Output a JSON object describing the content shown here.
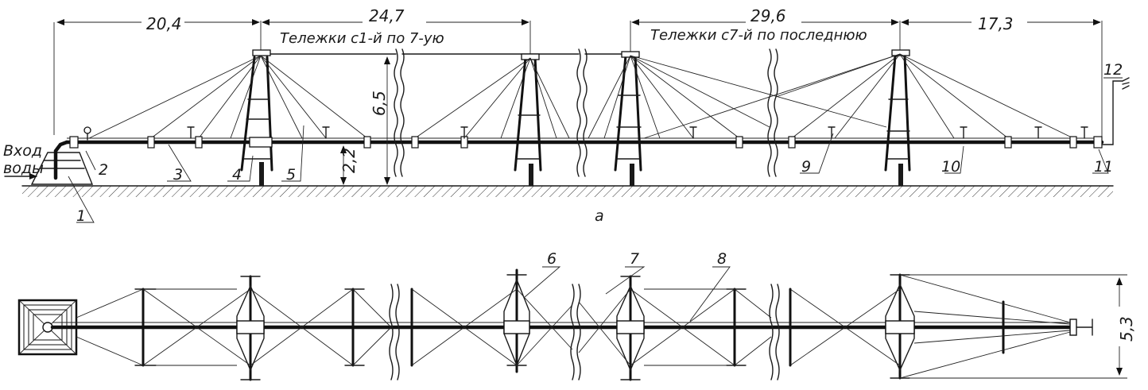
{
  "dimensions": {
    "d1": "20,4",
    "d2": "24,7",
    "d3": "29,6",
    "d4": "17,3",
    "height_total": "6,5",
    "height_pipe": "2,2",
    "width_plan": "5,3"
  },
  "captions": {
    "carts_first": "Тележки с1-й по  7-ую",
    "carts_last": "Тележки с7-й по последнюю",
    "water_inlet_line1": "Вход",
    "water_inlet_line2": "воды",
    "view_a": "а"
  },
  "labels": {
    "l1": "1",
    "l2": "2",
    "l3": "3",
    "l4": "4",
    "l5": "5",
    "l6": "6",
    "l7": "7",
    "l8": "8",
    "l9": "9",
    "l10": "10",
    "l11": "11",
    "l12": "12"
  }
}
